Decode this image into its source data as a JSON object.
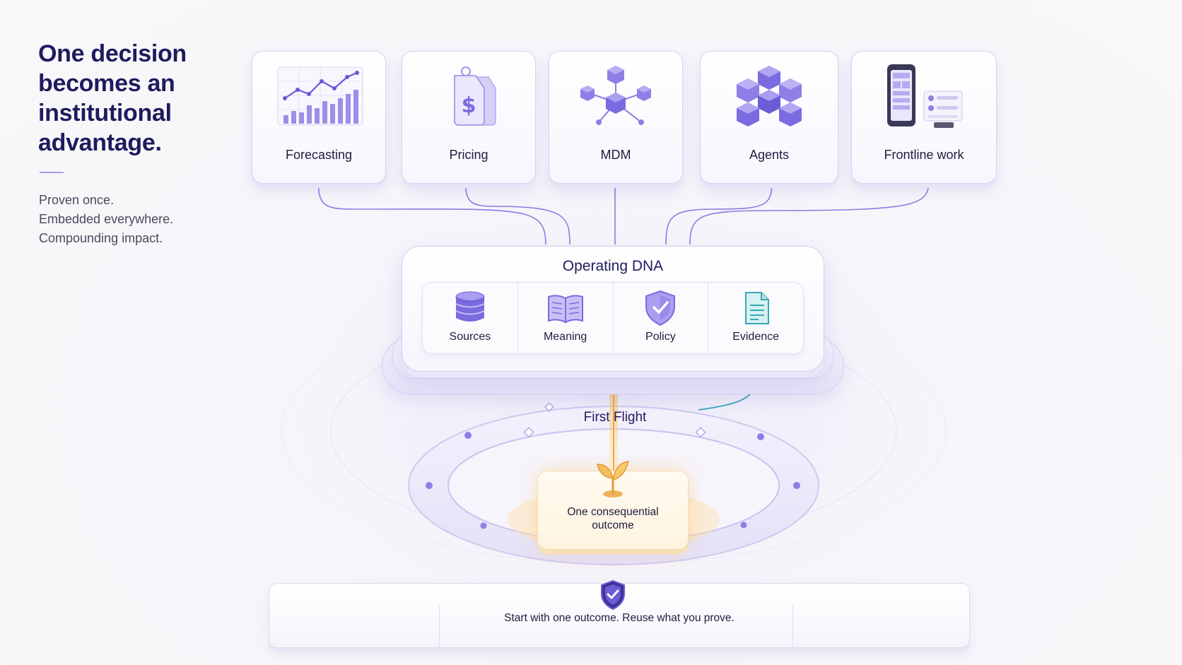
{
  "headline": {
    "lines": [
      "One decision",
      "becomes an",
      "institutional",
      "advantage."
    ]
  },
  "subline": {
    "lines": [
      "Proven once.",
      "Embedded everywhere.",
      "Compounding impact."
    ]
  },
  "top_cards": [
    {
      "label": "Forecasting",
      "icon": "line-bar-chart-icon"
    },
    {
      "label": "Pricing",
      "icon": "price-tag-icon"
    },
    {
      "label": "MDM",
      "icon": "network-cubes-icon"
    },
    {
      "label": "Agents",
      "icon": "cube-cluster-icon"
    },
    {
      "label": "Frontline work",
      "icon": "tablet-checklist-icon"
    }
  ],
  "operating_dna": {
    "title": "Operating DNA",
    "items": [
      {
        "label": "Sources",
        "icon": "database-icon"
      },
      {
        "label": "Meaning",
        "icon": "open-book-icon"
      },
      {
        "label": "Policy",
        "icon": "shield-check-icon"
      },
      {
        "label": "Evidence",
        "icon": "document-icon"
      }
    ]
  },
  "first_flight": {
    "label": "First Flight",
    "outcome_lines": [
      "One consequential",
      "outcome"
    ]
  },
  "footer": {
    "text": "Start with one outcome. Reuse what you prove."
  },
  "colors": {
    "headline": "#1e1b5e",
    "accent_purple": "#7b6be0",
    "accent_gold": "#f2b347",
    "accent_teal": "#38a8b5"
  }
}
